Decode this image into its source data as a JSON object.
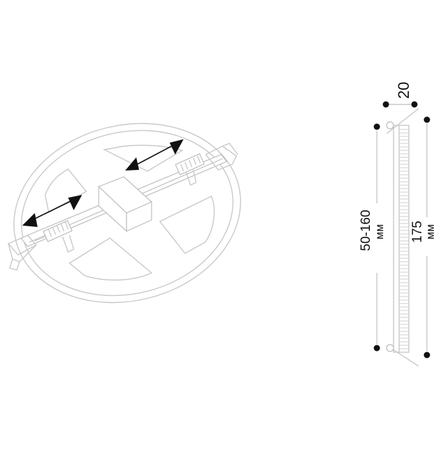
{
  "dimensions": {
    "depth": {
      "value": "20"
    },
    "cutout": {
      "value": "50-160",
      "unit": "мм"
    },
    "diameter": {
      "value": "175",
      "unit": "мм"
    }
  },
  "colors": {
    "line": "#c9c9c9",
    "dark": "#111111",
    "background": "#ffffff"
  }
}
